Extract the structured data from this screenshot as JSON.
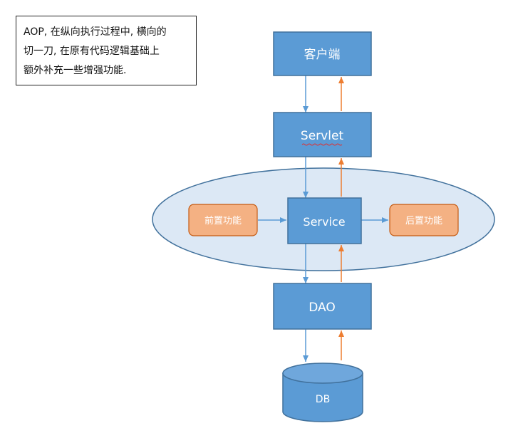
{
  "note": {
    "lines": [
      "AOP, 在纵向执行过程中, 横向的",
      "切一刀, 在原有代码逻辑基础上",
      "额外补充一些增强功能."
    ]
  },
  "nodes": {
    "client": "客户端",
    "servlet": "Servlet",
    "service": "Service",
    "before": "前置功能",
    "after": "后置功能",
    "dao": "DAO",
    "db": "DB"
  },
  "colors": {
    "box_fill": "#5b9bd5",
    "box_stroke": "#41719c",
    "orange_fill": "#f4b183",
    "orange_stroke": "#c55a11",
    "ellipse_fill": "#dce8f5",
    "ellipse_stroke": "#41719c",
    "down_arrow": "#5b9bd5",
    "up_arrow": "#ed7d31"
  }
}
